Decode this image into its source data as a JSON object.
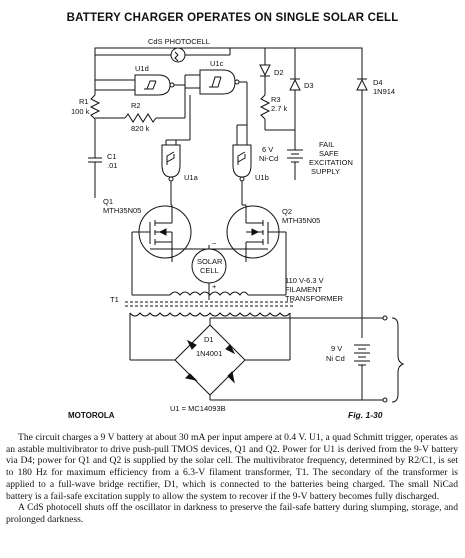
{
  "title": "BATTERY CHARGER OPERATES ON SINGLE SOLAR CELL",
  "schematic": {
    "labels": {
      "cds": "CdS PHOTOCELL",
      "u1d": "U1d",
      "u1c": "U1c",
      "d2": "D2",
      "d3": "D3",
      "d4": "D4",
      "d4_part": "1N914",
      "r1": "R1",
      "r1_val": "100 k",
      "r2": "R2",
      "r2_val": "820 k",
      "r3": "R3",
      "r3_val": "2.7 k",
      "c1": "C1",
      "c1_val": ".01",
      "fail1": "FAIL",
      "fail2": "SAFE",
      "fail3": "EXCITATION",
      "fail4": "SUPPLY",
      "nicd_v": "6 V",
      "nicd": "Ni-Cd",
      "u1a": "U1a",
      "u1b": "U1b",
      "q1": "Q1",
      "q1_part": "MTH35N05",
      "q2": "Q2",
      "q2_part": "MTH35N05",
      "solar1": "SOLAR",
      "solar2": "CELL",
      "plus": "+",
      "minus": "−",
      "xfmr1": "110 V-6.3 V",
      "xfmr2": "FILAMENT",
      "xfmr3": "TRANSFORMER",
      "t1": "T1",
      "d1": "D1",
      "d1_part": "1N4001",
      "batt_v": "9 V",
      "batt": "Ni Cd",
      "ic": "U1 = MC14093B",
      "motorola": "MOTOROLA",
      "fig": "Fig. 1-30"
    }
  },
  "description": [
    "The circuit charges a 9 V battery at about 30 mA per input ampere at 0.4 V. U1, a quad Schmitt trigger, operates as an astable multivibrator to drive push-pull TMOS devices, Q1 and Q2. Power for U1 is derived from the 9-V battery via D4; power for Q1 and Q2 is supplied by the solar cell. The multivibrator frequency, determined by R2/C1, is set to 180 Hz for maximum efficiency from a 6.3-V filament transformer, T1. The secondary of the transformer is applied to a full-wave bridge rectifier, D1, which is connected to the batteries being charged. The small NiCad battery is a fail-safe excitation supply to allow the system to recover if the 9-V battery becomes fully discharged.",
    "A CdS photocell shuts off the oscillator in darkness to preserve the fail-safe battery during slumping, storage, and prolonged darkness."
  ]
}
